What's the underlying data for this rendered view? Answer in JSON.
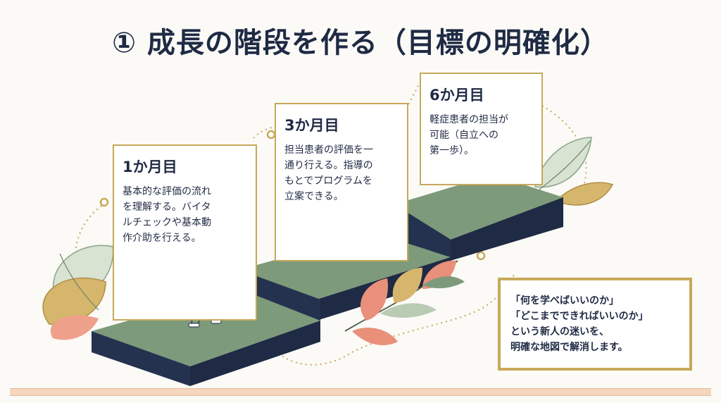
{
  "title": "① 成長の階段を作る（目標の明確化）",
  "steps": [
    {
      "heading": "1か月目",
      "text": "基本的な評価の流れ\nを理解する。バイタ\nルチェックや基本動\n作介助を行える。"
    },
    {
      "heading": "3か月目",
      "text": "担当患者の評価を一\n通り行える。指導の\nもとでプログラムを\n立案できる。"
    },
    {
      "heading": "6か月目",
      "text": "軽症患者の担当が\n可能（自立への\n第一歩）。"
    }
  ],
  "callout": {
    "lines": [
      "「何を学べばいいのか」",
      "「どこまでできればいいのか」",
      "という新人の迷いを、",
      "明確な地図で解消します。"
    ]
  },
  "colors": {
    "navy": "#1f2a44",
    "green": "#7d9a7a",
    "gold": "#c8a85a",
    "peach": "#f5d6bf",
    "coral": "#e8907a"
  },
  "icons": {
    "person": "person-walking-icon",
    "leaf": "leaf-icon"
  }
}
